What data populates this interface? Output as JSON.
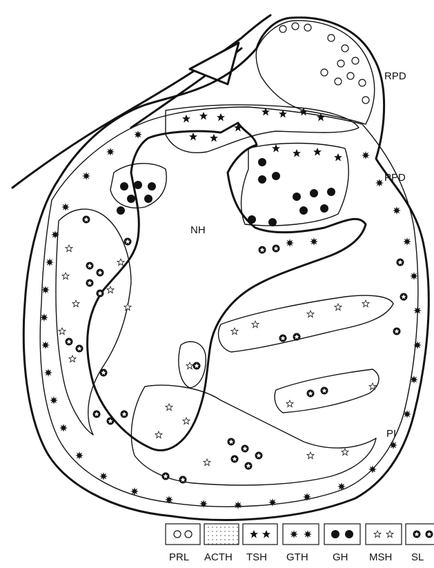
{
  "region_labels": {
    "rpd": "RPD",
    "ppd": "PPD",
    "nh": "NH",
    "pi": "PI"
  },
  "legend": [
    {
      "key": "prl",
      "label": "PRL",
      "symbol": "open-circle-icon"
    },
    {
      "key": "acth",
      "label": "ACTH",
      "symbol": "dots-icon"
    },
    {
      "key": "tsh",
      "label": "TSH",
      "symbol": "black-star-icon"
    },
    {
      "key": "gth",
      "label": "GTH",
      "symbol": "black-starburst-icon"
    },
    {
      "key": "gh",
      "label": "GH",
      "symbol": "black-circle-icon"
    },
    {
      "key": "msh",
      "label": "MSH",
      "symbol": "open-star-icon"
    },
    {
      "key": "sl",
      "label": "SL",
      "symbol": "circled-star-icon"
    }
  ]
}
